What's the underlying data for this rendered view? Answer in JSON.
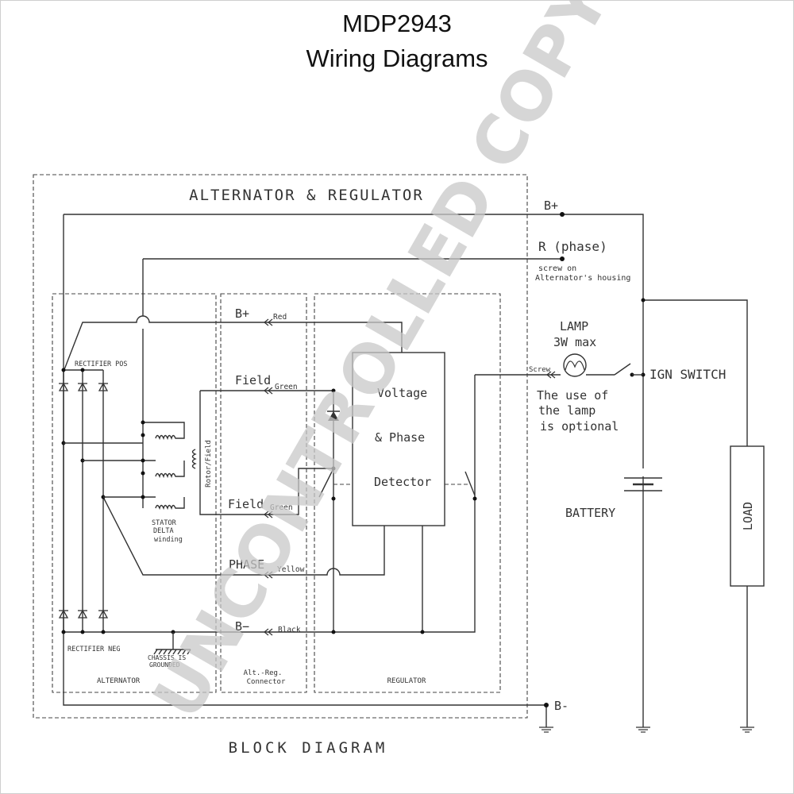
{
  "title": "MDP2943",
  "subtitle": "Wiring Diagrams",
  "watermark": "UNCONTROLLED COPY",
  "labels": {
    "alt_reg": "ALTERNATOR & REGULATOR",
    "block_diagram": "BLOCK DIAGRAM",
    "b_plus_ext": "B+",
    "r_phase": "R (phase)",
    "screw_on": "screw on",
    "alt_housing": "Alternator's housing",
    "lamp": "LAMP",
    "lamp_rating": "3W max",
    "screw": "Screw",
    "ign_switch": "IGN SWITCH",
    "lamp_note_1": "The use of",
    "lamp_note_2": "the lamp",
    "lamp_note_3": "is optional",
    "battery": "BATTERY",
    "load": "LOAD",
    "b_minus_ext": "B-",
    "rectifier_pos": "RECTIFIER POS",
    "rectifier_neg": "RECTIFIER NEG",
    "chassis_1": "CHASSIS IS",
    "chassis_2": "GROUNDED",
    "alternator": "ALTERNATOR",
    "stator_1": "STATOR",
    "stator_2": "DELTA",
    "stator_3": "winding",
    "rotor_field": "Rotor/Field",
    "connector_1": "Alt.-Reg.",
    "connector_2": "Connector",
    "regulator": "REGULATOR",
    "vpd_1": "Voltage",
    "vpd_2": "& Phase",
    "vpd_3": "Detector"
  },
  "connections": [
    {
      "name": "B+",
      "color": "Red"
    },
    {
      "name": "Field",
      "color": "Green"
    },
    {
      "name": "Field",
      "color": "Green"
    },
    {
      "name": "PHASE",
      "color": "Yellow"
    },
    {
      "name": "B−",
      "color": "Black"
    }
  ],
  "colors": {
    "line": "#333333",
    "watermark": "#c8c8c8"
  }
}
